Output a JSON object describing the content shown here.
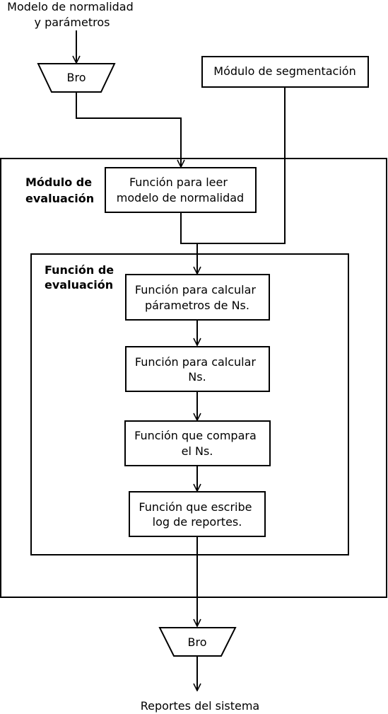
{
  "diagram": {
    "input_label": [
      "Modelo de normalidad",
      "y parámetros"
    ],
    "bro_top": "Bro",
    "segmentation_module": "Módulo de segmentación",
    "evaluation_module_title": [
      "Módulo de",
      "evaluación"
    ],
    "read_model_function": [
      "Función para leer",
      "modelo de normalidad"
    ],
    "evaluation_function_title": [
      "Función de",
      "evaluación"
    ],
    "calc_params_function": [
      "Función para calcular",
      "párametros de Ns."
    ],
    "calc_ns_function": [
      "Función para calcular",
      "Ns."
    ],
    "compare_function": [
      "Función que compara",
      "el Ns."
    ],
    "write_log_function": [
      "Función que escribe",
      "log de reportes."
    ],
    "bro_bottom": "Bro",
    "output_label": "Reportes del sistema"
  }
}
